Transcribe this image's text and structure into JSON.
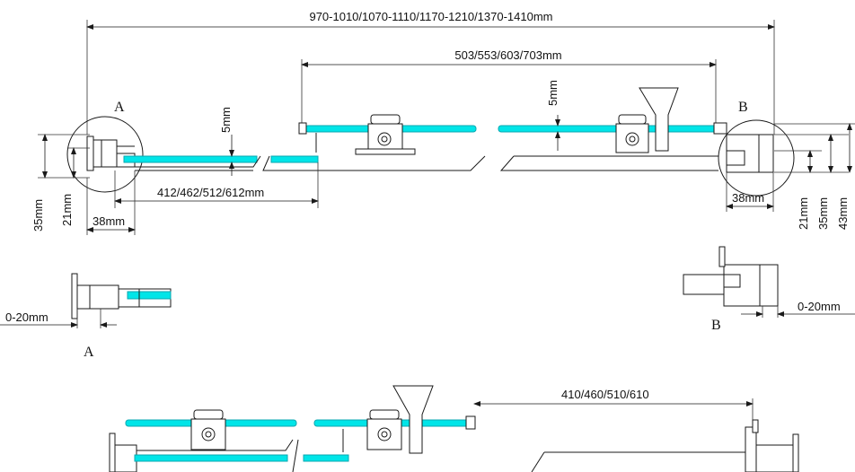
{
  "dimensions": {
    "overall_width": "970-1010/1070-1110/1170-1210/1370-1410mm",
    "sliding_panel": "503/553/603/703mm",
    "fixed_panel": "412/462/512/612mm",
    "glass_gap_left": "5mm",
    "glass_gap_right": "5mm",
    "profile_left_35": "35mm",
    "profile_left_21": "21mm",
    "profile_left_38": "38mm",
    "profile_right_38": "38mm",
    "profile_right_21": "21mm",
    "profile_right_35": "35mm",
    "profile_right_43": "43mm",
    "adjust_a": "0-20mm",
    "adjust_b": "0-20mm",
    "bottom_panel": "410/460/510/610"
  },
  "labels": {
    "detail_a_top": "A",
    "detail_b_top": "B",
    "detail_a_bottom": "A",
    "detail_b_bottom": "B"
  },
  "colors": {
    "glass": "#00e5e8",
    "line": "#1a1a1a"
  }
}
